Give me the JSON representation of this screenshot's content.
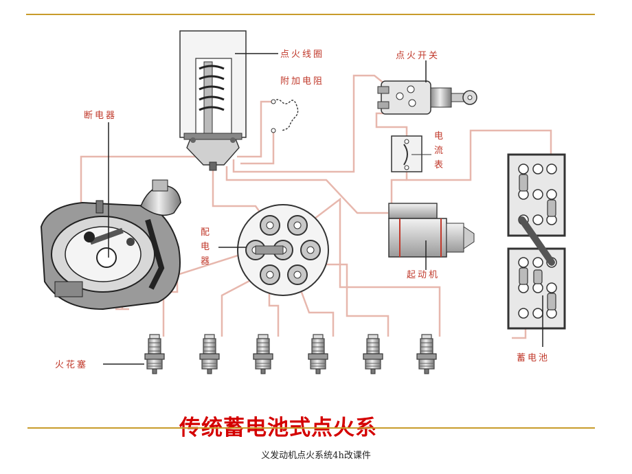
{
  "labels": {
    "ignition_coil": "点火线圈",
    "extra_resistor": "附加电阻",
    "ignition_switch": "点火开关",
    "breaker": "断电器",
    "ammeter": "电流表",
    "distributor": "配电器",
    "starter": "起动机",
    "spark_plug": "火花塞",
    "battery": "蓄电池"
  },
  "title": "传统蓄电池式点火系",
  "footer": "义发动机点火系统4h改课件",
  "colors": {
    "rule": "#c89b2a",
    "wire": "#e7b7ad",
    "title": "#d40000",
    "label": "#c0392b"
  }
}
